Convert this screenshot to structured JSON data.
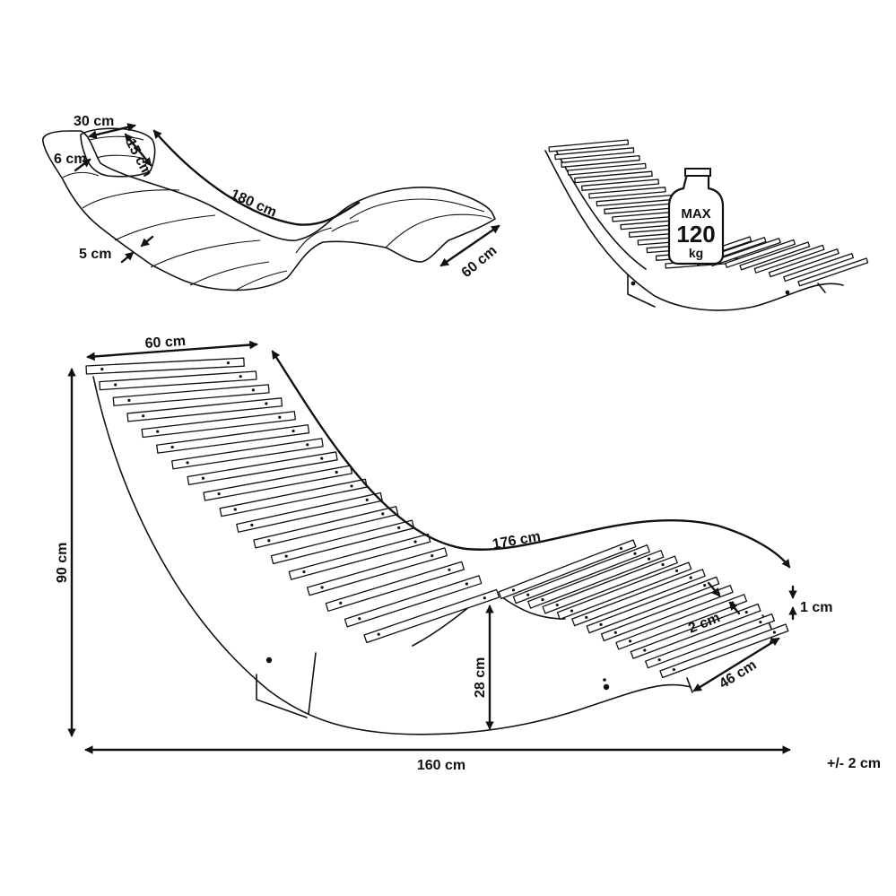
{
  "colors": {
    "line": "#111111",
    "background": "#ffffff"
  },
  "cushioned_view": {
    "dim_length": "180 cm",
    "dim_width": "60 cm",
    "dim_thickness": "5 cm",
    "pillow_width": "30 cm",
    "pillow_height": "15 cm",
    "pillow_depth": "6 cm"
  },
  "load_view": {
    "badge_line1": "MAX",
    "badge_line2": "120",
    "badge_line3": "kg",
    "icon": "weight-icon"
  },
  "main_view": {
    "dim_top_width": "60 cm",
    "dim_height": "90 cm",
    "dim_curve_length": "176 cm",
    "dim_seat_height": "28 cm",
    "dim_total_length": "160 cm",
    "dim_foot_width": "46 cm",
    "dim_slat_gap": "2 cm",
    "dim_slat_thickness": "1 cm",
    "tolerance": "+/- 2 cm"
  }
}
